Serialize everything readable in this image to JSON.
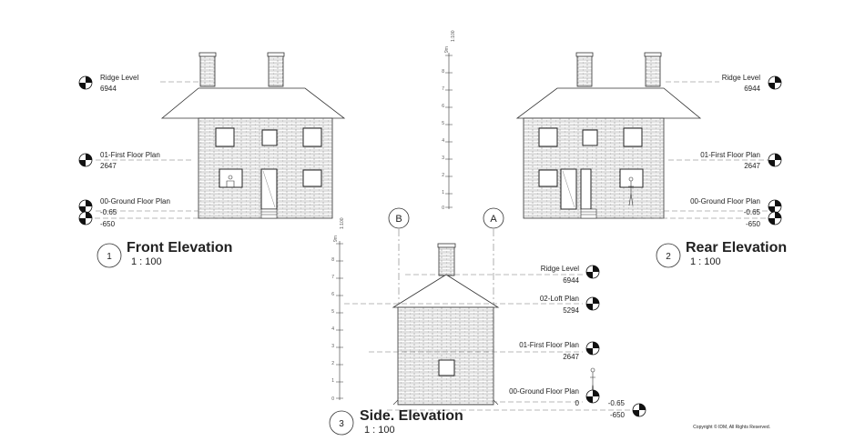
{
  "views": {
    "front": {
      "number": "1",
      "title": "Front Elevation",
      "scale": "1 : 100"
    },
    "rear": {
      "number": "2",
      "title": "Rear Elevation",
      "scale": "1 : 100"
    },
    "side": {
      "number": "3",
      "title": "Side. Elevation",
      "scale": "1 : 100"
    }
  },
  "levels": {
    "front": [
      {
        "name": "Ridge Level",
        "value": "6944"
      },
      {
        "name": "01-First Floor Plan",
        "value": "2647"
      },
      {
        "name": "00-Ground Floor Plan",
        "value": "-0.65"
      },
      {
        "name": "",
        "value": "-650"
      }
    ],
    "rear": [
      {
        "name": "Ridge Level",
        "value": "6944"
      },
      {
        "name": "01-First Floor Plan",
        "value": "2647"
      },
      {
        "name": "00-Ground Floor Plan",
        "value": "-0.65"
      },
      {
        "name": "",
        "value": "-650"
      }
    ],
    "side": [
      {
        "name": "Ridge Level",
        "value": "6944"
      },
      {
        "name": "02-Loft Plan",
        "value": "5294"
      },
      {
        "name": "01-First Floor Plan",
        "value": "2647"
      },
      {
        "name": "00-Ground Floor Plan",
        "value": "0"
      },
      {
        "name": "",
        "value": "-0.65"
      },
      {
        "name": "",
        "value": "-650"
      }
    ]
  },
  "grid_labels": [
    "B",
    "A"
  ],
  "scale_bar": {
    "unit": "9m",
    "scale": "1:100",
    "ticks": [
      "0",
      "1",
      "2",
      "3",
      "4",
      "5",
      "6",
      "7",
      "8"
    ]
  },
  "copyright": "Copyright © IDM, All Rights Reserved."
}
